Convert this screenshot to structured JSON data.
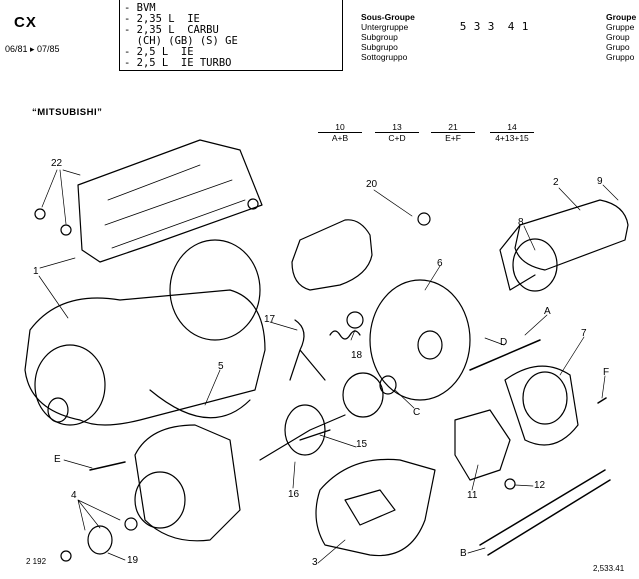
{
  "header": {
    "model": "CX",
    "dates": "06/81 ▸ 07/85",
    "engines": [
      "- BVM",
      "- 2,35 L  IE",
      "- 2,35 L  CARBU",
      "  (CH) (GB) (S) GE",
      "- 2,5 L  IE",
      "- 2,5 L  IE TURBO"
    ],
    "subgroup_labels": [
      "Sous-Groupe",
      "Untergruppe",
      "Subgroup",
      "Subgrupo",
      "Sottogruppo"
    ],
    "code_digits": [
      "5",
      "3",
      "3",
      "4",
      "1",
      ""
    ],
    "group_labels": [
      "Groupe",
      "Gruppe",
      "Group",
      "Grupo",
      "Gruppo"
    ]
  },
  "legend": {
    "brand": "“MITSUBISHI”",
    "refs": [
      {
        "top": "10",
        "bottom": "A+B"
      },
      {
        "top": "13",
        "bottom": "C+D"
      },
      {
        "top": "21",
        "bottom": "E+F"
      },
      {
        "top": "14",
        "bottom": "4+13+15"
      }
    ]
  },
  "callouts": [
    "22",
    "1",
    "20",
    "2",
    "9",
    "8",
    "6",
    "17",
    "18",
    "A",
    "D",
    "7",
    "5",
    "C",
    "F",
    "15",
    "E",
    "16",
    "11",
    "12",
    "4",
    "19",
    "3",
    "B"
  ],
  "footer": {
    "left_ref": "2 192",
    "right_ref": "2,533.41"
  }
}
